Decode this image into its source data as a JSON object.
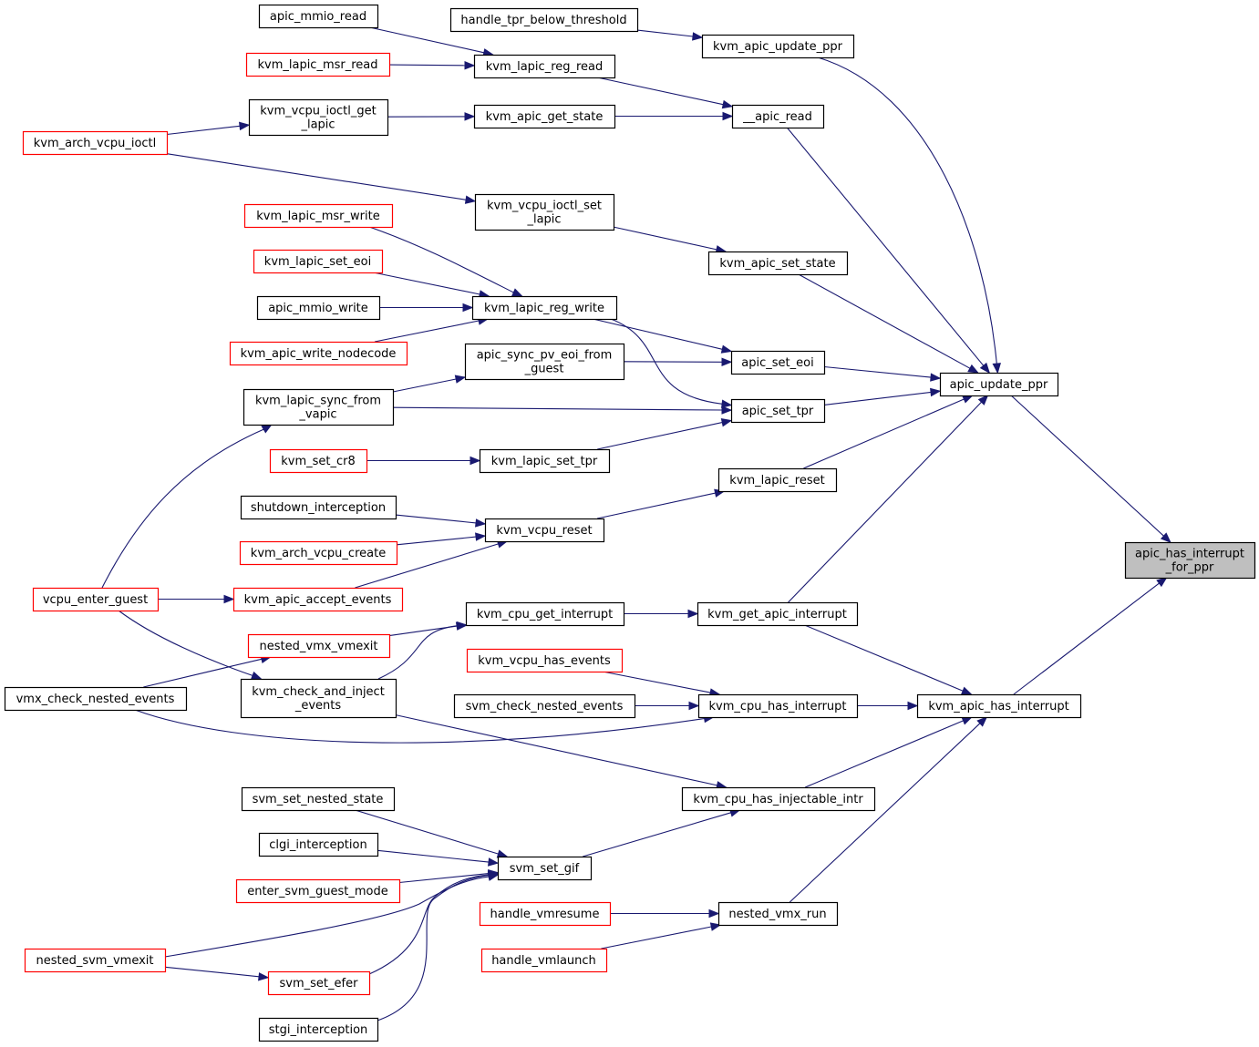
{
  "colors": {
    "edge": "#191970",
    "border_default": "#000000",
    "border_truncated": "#ff0000",
    "target_fill": "#bfbfbf"
  },
  "nodes": [
    {
      "id": "n_apic_mmio_read",
      "lines": [
        "apic_mmio_read"
      ],
      "style": "black"
    },
    {
      "id": "n_handle_tpr_below_threshold",
      "lines": [
        "handle_tpr_below_threshold"
      ],
      "style": "black"
    },
    {
      "id": "n_kvm_apic_update_ppr",
      "lines": [
        "kvm_apic_update_ppr"
      ],
      "style": "black"
    },
    {
      "id": "n_kvm_lapic_msr_read",
      "lines": [
        "kvm_lapic_msr_read"
      ],
      "style": "red"
    },
    {
      "id": "n_kvm_lapic_reg_read",
      "lines": [
        "kvm_lapic_reg_read"
      ],
      "style": "black"
    },
    {
      "id": "n_kvm_vcpu_ioctl_get_lapic",
      "lines": [
        "kvm_vcpu_ioctl_get",
        "_lapic"
      ],
      "style": "black"
    },
    {
      "id": "n_kvm_apic_get_state",
      "lines": [
        "kvm_apic_get_state"
      ],
      "style": "black"
    },
    {
      "id": "n___apic_read",
      "lines": [
        "__apic_read"
      ],
      "style": "black"
    },
    {
      "id": "n_kvm_arch_vcpu_ioctl",
      "lines": [
        "kvm_arch_vcpu_ioctl"
      ],
      "style": "red"
    },
    {
      "id": "n_kvm_vcpu_ioctl_set_lapic",
      "lines": [
        "kvm_vcpu_ioctl_set",
        "_lapic"
      ],
      "style": "black"
    },
    {
      "id": "n_kvm_lapic_msr_write",
      "lines": [
        "kvm_lapic_msr_write"
      ],
      "style": "red"
    },
    {
      "id": "n_kvm_apic_set_state",
      "lines": [
        "kvm_apic_set_state"
      ],
      "style": "black"
    },
    {
      "id": "n_kvm_lapic_set_eoi",
      "lines": [
        "kvm_lapic_set_eoi"
      ],
      "style": "red"
    },
    {
      "id": "n_apic_mmio_write",
      "lines": [
        "apic_mmio_write"
      ],
      "style": "black"
    },
    {
      "id": "n_kvm_lapic_reg_write",
      "lines": [
        "kvm_lapic_reg_write"
      ],
      "style": "black"
    },
    {
      "id": "n_kvm_apic_write_nodecode",
      "lines": [
        "kvm_apic_write_nodecode"
      ],
      "style": "red"
    },
    {
      "id": "n_apic_sync_pv_eoi_from_guest",
      "lines": [
        "apic_sync_pv_eoi_from",
        "_guest"
      ],
      "style": "black"
    },
    {
      "id": "n_apic_set_eoi",
      "lines": [
        "apic_set_eoi"
      ],
      "style": "black"
    },
    {
      "id": "n_apic_update_ppr",
      "lines": [
        "apic_update_ppr"
      ],
      "style": "black"
    },
    {
      "id": "n_kvm_lapic_sync_from_vapic",
      "lines": [
        "kvm_lapic_sync_from",
        "_vapic"
      ],
      "style": "black"
    },
    {
      "id": "n_apic_set_tpr",
      "lines": [
        "apic_set_tpr"
      ],
      "style": "black"
    },
    {
      "id": "n_kvm_set_cr8",
      "lines": [
        "kvm_set_cr8"
      ],
      "style": "red"
    },
    {
      "id": "n_kvm_lapic_set_tpr",
      "lines": [
        "kvm_lapic_set_tpr"
      ],
      "style": "black"
    },
    {
      "id": "n_kvm_lapic_reset",
      "lines": [
        "kvm_lapic_reset"
      ],
      "style": "black"
    },
    {
      "id": "n_shutdown_interception",
      "lines": [
        "shutdown_interception"
      ],
      "style": "black"
    },
    {
      "id": "n_kvm_vcpu_reset",
      "lines": [
        "kvm_vcpu_reset"
      ],
      "style": "black"
    },
    {
      "id": "n_apic_has_interrupt_for_ppr",
      "lines": [
        "apic_has_interrupt",
        "_for_ppr"
      ],
      "style": "target"
    },
    {
      "id": "n_kvm_arch_vcpu_create",
      "lines": [
        "kvm_arch_vcpu_create"
      ],
      "style": "red"
    },
    {
      "id": "n_vcpu_enter_guest",
      "lines": [
        "vcpu_enter_guest"
      ],
      "style": "red"
    },
    {
      "id": "n_kvm_apic_accept_events",
      "lines": [
        "kvm_apic_accept_events"
      ],
      "style": "red"
    },
    {
      "id": "n_kvm_cpu_get_interrupt",
      "lines": [
        "kvm_cpu_get_interrupt"
      ],
      "style": "black"
    },
    {
      "id": "n_kvm_get_apic_interrupt",
      "lines": [
        "kvm_get_apic_interrupt"
      ],
      "style": "black"
    },
    {
      "id": "n_nested_vmx_vmexit",
      "lines": [
        "nested_vmx_vmexit"
      ],
      "style": "red"
    },
    {
      "id": "n_kvm_vcpu_has_events",
      "lines": [
        "kvm_vcpu_has_events"
      ],
      "style": "red"
    },
    {
      "id": "n_kvm_check_and_inject_events",
      "lines": [
        "kvm_check_and_inject",
        "_events"
      ],
      "style": "black"
    },
    {
      "id": "n_vmx_check_nested_events",
      "lines": [
        "vmx_check_nested_events"
      ],
      "style": "black"
    },
    {
      "id": "n_svm_check_nested_events",
      "lines": [
        "svm_check_nested_events"
      ],
      "style": "black"
    },
    {
      "id": "n_kvm_cpu_has_interrupt",
      "lines": [
        "kvm_cpu_has_interrupt"
      ],
      "style": "black"
    },
    {
      "id": "n_kvm_apic_has_interrupt",
      "lines": [
        "kvm_apic_has_interrupt"
      ],
      "style": "black"
    },
    {
      "id": "n_kvm_cpu_has_injectable_intr",
      "lines": [
        "kvm_cpu_has_injectable_intr"
      ],
      "style": "black"
    },
    {
      "id": "n_svm_set_nested_state",
      "lines": [
        "svm_set_nested_state"
      ],
      "style": "black"
    },
    {
      "id": "n_clgi_interception",
      "lines": [
        "clgi_interception"
      ],
      "style": "black"
    },
    {
      "id": "n_svm_set_gif",
      "lines": [
        "svm_set_gif"
      ],
      "style": "black"
    },
    {
      "id": "n_enter_svm_guest_mode",
      "lines": [
        "enter_svm_guest_mode"
      ],
      "style": "red"
    },
    {
      "id": "n_handle_vmresume",
      "lines": [
        "handle_vmresume"
      ],
      "style": "red"
    },
    {
      "id": "n_nested_vmx_run",
      "lines": [
        "nested_vmx_run"
      ],
      "style": "black"
    },
    {
      "id": "n_nested_svm_vmexit",
      "lines": [
        "nested_svm_vmexit"
      ],
      "style": "red"
    },
    {
      "id": "n_handle_vmlaunch",
      "lines": [
        "handle_vmlaunch"
      ],
      "style": "red"
    },
    {
      "id": "n_svm_set_efer",
      "lines": [
        "svm_set_efer"
      ],
      "style": "red"
    },
    {
      "id": "n_stgi_interception",
      "lines": [
        "stgi_interception"
      ],
      "style": "black"
    }
  ],
  "edges": [
    {
      "from": "n_apic_mmio_read",
      "to": "n_kvm_lapic_reg_read"
    },
    {
      "from": "n_kvm_lapic_msr_read",
      "to": "n_kvm_lapic_reg_read"
    },
    {
      "from": "n_handle_tpr_below_threshold",
      "to": "n_kvm_apic_update_ppr"
    },
    {
      "from": "n_kvm_apic_update_ppr",
      "to": "n_apic_update_ppr"
    },
    {
      "from": "n_kvm_lapic_reg_read",
      "to": "n___apic_read"
    },
    {
      "from": "n_kvm_apic_get_state",
      "to": "n___apic_read"
    },
    {
      "from": "n_kvm_vcpu_ioctl_get_lapic",
      "to": "n_kvm_apic_get_state"
    },
    {
      "from": "n_kvm_arch_vcpu_ioctl",
      "to": "n_kvm_vcpu_ioctl_get_lapic"
    },
    {
      "from": "n_kvm_arch_vcpu_ioctl",
      "to": "n_kvm_vcpu_ioctl_set_lapic"
    },
    {
      "from": "n___apic_read",
      "to": "n_apic_update_ppr"
    },
    {
      "from": "n_kvm_vcpu_ioctl_set_lapic",
      "to": "n_kvm_apic_set_state"
    },
    {
      "from": "n_kvm_apic_set_state",
      "to": "n_apic_update_ppr"
    },
    {
      "from": "n_kvm_lapic_msr_write",
      "to": "n_kvm_lapic_reg_write"
    },
    {
      "from": "n_kvm_lapic_set_eoi",
      "to": "n_kvm_lapic_reg_write"
    },
    {
      "from": "n_apic_mmio_write",
      "to": "n_kvm_lapic_reg_write"
    },
    {
      "from": "n_kvm_apic_write_nodecode",
      "to": "n_kvm_lapic_reg_write"
    },
    {
      "from": "n_kvm_lapic_reg_write",
      "to": "n_apic_set_eoi"
    },
    {
      "from": "n_kvm_lapic_reg_write",
      "to": "n_apic_set_tpr"
    },
    {
      "from": "n_apic_sync_pv_eoi_from_guest",
      "to": "n_apic_set_eoi"
    },
    {
      "from": "n_kvm_lapic_sync_from_vapic",
      "to": "n_apic_sync_pv_eoi_from_guest"
    },
    {
      "from": "n_kvm_lapic_sync_from_vapic",
      "to": "n_apic_set_tpr"
    },
    {
      "from": "n_apic_set_eoi",
      "to": "n_apic_update_ppr"
    },
    {
      "from": "n_apic_set_tpr",
      "to": "n_apic_update_ppr"
    },
    {
      "from": "n_kvm_set_cr8",
      "to": "n_kvm_lapic_set_tpr"
    },
    {
      "from": "n_kvm_lapic_set_tpr",
      "to": "n_apic_set_tpr"
    },
    {
      "from": "n_kvm_lapic_reset",
      "to": "n_apic_update_ppr"
    },
    {
      "from": "n_shutdown_interception",
      "to": "n_kvm_vcpu_reset"
    },
    {
      "from": "n_kvm_arch_vcpu_create",
      "to": "n_kvm_vcpu_reset"
    },
    {
      "from": "n_kvm_apic_accept_events",
      "to": "n_kvm_vcpu_reset"
    },
    {
      "from": "n_kvm_vcpu_reset",
      "to": "n_kvm_lapic_reset"
    },
    {
      "from": "n_vcpu_enter_guest",
      "to": "n_kvm_lapic_sync_from_vapic"
    },
    {
      "from": "n_vcpu_enter_guest",
      "to": "n_kvm_apic_accept_events"
    },
    {
      "from": "n_vcpu_enter_guest",
      "to": "n_kvm_check_and_inject_events"
    },
    {
      "from": "n_apic_update_ppr",
      "to": "n_apic_has_interrupt_for_ppr"
    },
    {
      "from": "n_kvm_get_apic_interrupt",
      "to": "n_apic_update_ppr"
    },
    {
      "from": "n_kvm_cpu_get_interrupt",
      "to": "n_kvm_get_apic_interrupt"
    },
    {
      "from": "n_kvm_get_apic_interrupt",
      "to": "n_kvm_apic_has_interrupt"
    },
    {
      "from": "n_nested_vmx_vmexit",
      "to": "n_kvm_cpu_get_interrupt"
    },
    {
      "from": "n_kvm_check_and_inject_events",
      "to": "n_kvm_cpu_get_interrupt"
    },
    {
      "from": "n_vmx_check_nested_events",
      "to": "n_nested_vmx_vmexit"
    },
    {
      "from": "n_vmx_check_nested_events",
      "to": "n_kvm_cpu_has_interrupt"
    },
    {
      "from": "n_kvm_vcpu_has_events",
      "to": "n_kvm_cpu_has_interrupt"
    },
    {
      "from": "n_svm_check_nested_events",
      "to": "n_kvm_cpu_has_interrupt"
    },
    {
      "from": "n_kvm_cpu_has_interrupt",
      "to": "n_kvm_apic_has_interrupt"
    },
    {
      "from": "n_kvm_apic_has_interrupt",
      "to": "n_apic_has_interrupt_for_ppr"
    },
    {
      "from": "n_kvm_check_and_inject_events",
      "to": "n_kvm_cpu_has_injectable_intr"
    },
    {
      "from": "n_kvm_cpu_has_injectable_intr",
      "to": "n_kvm_apic_has_interrupt"
    },
    {
      "from": "n_svm_set_gif",
      "to": "n_kvm_cpu_has_injectable_intr"
    },
    {
      "from": "n_svm_set_nested_state",
      "to": "n_svm_set_gif"
    },
    {
      "from": "n_clgi_interception",
      "to": "n_svm_set_gif"
    },
    {
      "from": "n_enter_svm_guest_mode",
      "to": "n_svm_set_gif"
    },
    {
      "from": "n_nested_svm_vmexit",
      "to": "n_svm_set_gif"
    },
    {
      "from": "n_nested_svm_vmexit",
      "to": "n_svm_set_efer"
    },
    {
      "from": "n_svm_set_efer",
      "to": "n_svm_set_gif"
    },
    {
      "from": "n_stgi_interception",
      "to": "n_svm_set_gif"
    },
    {
      "from": "n_handle_vmresume",
      "to": "n_nested_vmx_run"
    },
    {
      "from": "n_handle_vmlaunch",
      "to": "n_nested_vmx_run"
    },
    {
      "from": "n_nested_vmx_run",
      "to": "n_kvm_apic_has_interrupt"
    }
  ]
}
